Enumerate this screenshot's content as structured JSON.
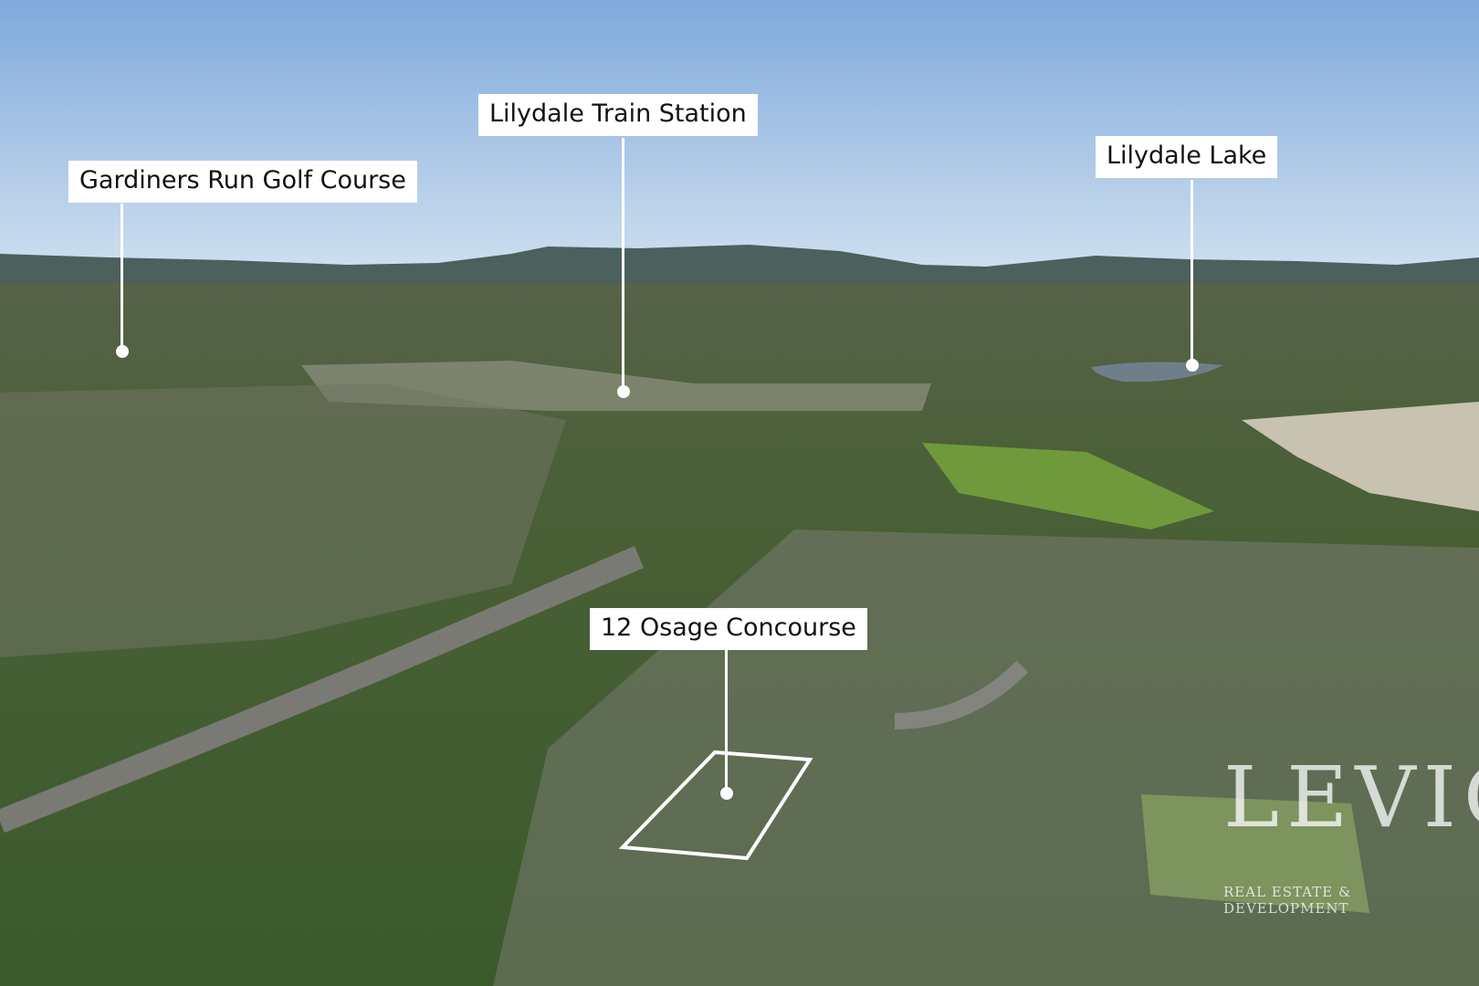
{
  "photo": {
    "callouts": [
      {
        "id": "golf",
        "label": "Gardiners Run Golf Course"
      },
      {
        "id": "train",
        "label": "Lilydale Train Station"
      },
      {
        "id": "lake",
        "label": "Lilydale Lake"
      },
      {
        "id": "property",
        "label": "12 Osage Concourse"
      }
    ],
    "watermark": {
      "brand": "LEVIC",
      "tagline": "REAL ESTATE & DEVELOPMENT"
    },
    "colors": {
      "sky_top": "#7fa9dc",
      "sky_horizon": "#c8dcee",
      "mountains": "#4a5e5a",
      "vegetation": "#3e5a2e",
      "label_bg": "#ffffff"
    }
  }
}
